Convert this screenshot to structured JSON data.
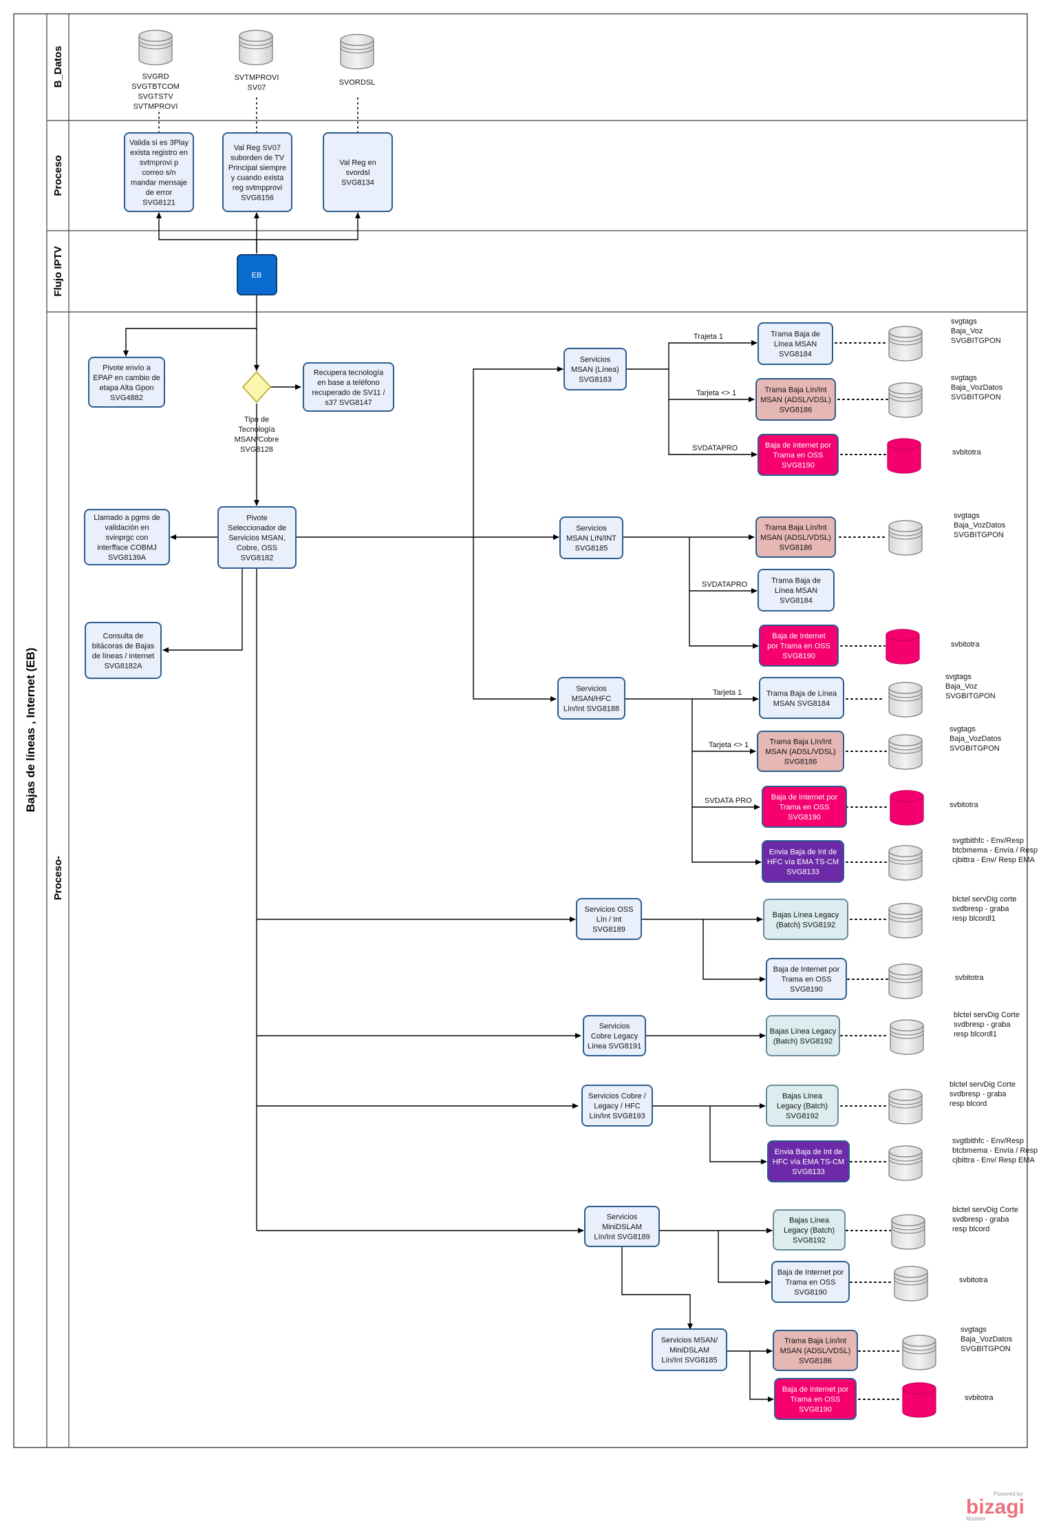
{
  "pool": {
    "title": "Bajas de líneas , Internet (EB)",
    "lanes": [
      "B_Datos",
      "Proceso",
      "Flujo IPTV",
      "Proceso-"
    ]
  },
  "nodes": {
    "db_svgrd": "SVGRD\nSVGTBTCOM\nSVGTSTV\nSVTMPROVI",
    "db_svtmprovi": "SVTMPROVI\nSV07",
    "db_svordsl": "SVORDSL",
    "t_8121": "Valida si es 3Play\nexista registro en\nsvtmprovi p\ncorreo s/n\nmandar mensaje\nde error\nSVG8121",
    "t_8156": "Val Reg SV07\nsuborden de TV\nPrincipal siempre\ny cuando exista\nreg svtmpprovi\nSVG8156",
    "t_8134": "Val Reg en\nsvordsl\nSVG8134",
    "eb": "EB",
    "t_4882": "Pivote envío a\nEPAP en cambio de\netapa Alta Gpon\nSVG4882",
    "gw_8128": "Tipo de\nTecnología\nMSAN/Cobre\nSVG8128",
    "t_8147": "Recupera tecnología\nen base a teléfono\nrecuperado de SV11 /\ns37 SVG8147",
    "t_8182": "Pivote\nSeleccionador de\nServicios MSAN,\nCobre, OSS\nSVG8182",
    "t_8139a": "Llamado a pgms de\nvalidación en\nsvinprgc con\ninterfface COBMJ\nSVG8139A",
    "t_8182a": "Consulta de\nbitácoras de Bajas\nde líneas / internet\nSVG8182A",
    "t_8183": "Servicios\nMSAN (Línea)\nSVG8183",
    "t_8184a": "Trama Baja de\nLínea MSAN\nSVG8184",
    "t_8186a": "Trama Baja Lín/Int\nMSAN (ADSL/VDSL)\nSVG8186",
    "t_8190a": "Baja de internet por\nTrama en OSS\nSVG8190",
    "t_8185": "Servicios\nMSAN LIN/INT\nSVG8185",
    "t_8186b": "Trama Baja Lín/Int\nMSAN (ADSL/VDSL)\nSVG8186",
    "t_8184b": "Trama Baja de\nLínea MSAN\nSVG8184",
    "t_8190b": "Baja de Internet\npor Trama en OSS\nSVG8190",
    "t_8188": "Servicios\nMSAN/HFC\nLín/Int SVG8188",
    "t_8184c": "Trama Baja de Línea\nMSAN SVG8184",
    "t_8186c": "Trama Baja Lín/Int\nMSAN (ADSL/VDSL)\nSVG8186",
    "t_8190c": "Baja de Internet por\nTrama en OSS\nSVG8190",
    "t_8133a": "Envia Baja de Int de\nHFC vía EMA TS-CM\nSVG8133",
    "t_8189a": "Servicios OSS\nLín / Int\nSVG8189",
    "t_8192a": "Bajas Línea Legacy\n(Batch) SVG8192",
    "t_8190d": "Baja de Internet por\nTrama en OSS\nSVG8190",
    "t_8191": "Servicios\nCobre Legacy\nLínea SVG8191",
    "t_8192b": "Bajas Línea Legacy\n(Batch) SVG8192",
    "t_8193": "Servicios Cobre /\nLegacy / HFC\nLín/Int SVG8193",
    "t_8192c": "Bajas Línea\nLegacy (Batch)\nSVG8192",
    "t_8133b": "Envia Baja de Int de\nHFC vía EMA TS-CM\nSVG8133",
    "t_8189b": "Servicios\nMiniDSLAM\nLín/Int SVG8189",
    "t_8192d": "Bajas Línea\nLegacy (Batch)\nSVG8192",
    "t_8190e": "Baja de Internet por\nTrama en OSS\nSVG8190",
    "t_8185b": "Servicios MSAN/\nMiniDSLAM\nLín/Int SVG8185",
    "t_8186d": "Trama Baja Lín/Int\nMSAN (ADSL/VDSL)\nSVG8186",
    "t_8190f": "Baja de Internet por\nTrama en OSS\nSVG8190",
    "ds1": "svgtags\nBaja_Voz\nSVGBITGPON",
    "ds2": "svgtags\nBaja_VozDatos\nSVGBITGPON",
    "ds3": "svbitotra",
    "ds4": "svgtags\nBaja_VozDatos\nSVGBITGPON",
    "ds5": "svbitotra",
    "ds6": "svgtags\nBaja_Voz\nSVGBITGPON",
    "ds7": "svgtags\nBaja_VozDatos\nSVGBITGPON",
    "ds8": "svbitotra",
    "ds9": "svgtbithfc - Env/Resp\nbtcbmema - Envía / Resp\ncjbittra - Env/ Resp EMA",
    "ds10": "blctel servDig corte\nsvdbresp - graba\nresp blcordl1",
    "ds11": "svbitotra",
    "ds12": "blctel servDig Corte\nsvdbresp - graba\nresp blcordl1",
    "ds13": "blctel servDig Corte\nsvdbresp - graba\nresp blcord",
    "ds14": "svgtbithfc - Env/Resp\nbtcbmema - Envía / Resp\ncjbittra - Env/ Resp EMA",
    "ds15": "blctel servDig Corte\nsvdbresp - graba\nresp blcord",
    "ds16": "svbitotra",
    "ds17": "svgtags\nBaja_VozDatos\nSVGBITGPON",
    "ds18": "svbitotra"
  },
  "edge_labels": {
    "e_trajeta1": "Trajeta 1",
    "e_tarjeta_ne1": "Tarjeta <> 1",
    "e_svdatapro_a": "SVDATAPRO",
    "e_svdatapro_b": "SVDATAPRO",
    "e_tarjeta1": "Tarjeta 1",
    "e_tarjeta_ne1_b": "Tarjeta <> 1",
    "e_svdata_pro": "SVDATA PRO"
  },
  "logo": {
    "powered": "Powered by",
    "brand": "bizagi",
    "product": "Modeler"
  },
  "colors": {
    "task_fill": "#eaf0fb",
    "task_rose": "#e6b8b4",
    "task_pink": "#f5006e",
    "task_purple": "#6d2aa8",
    "task_teal": "#dcecef",
    "event_blue": "#0a6ccf",
    "gateway": "#fbf5b0",
    "db_pink": "#f5006e"
  }
}
